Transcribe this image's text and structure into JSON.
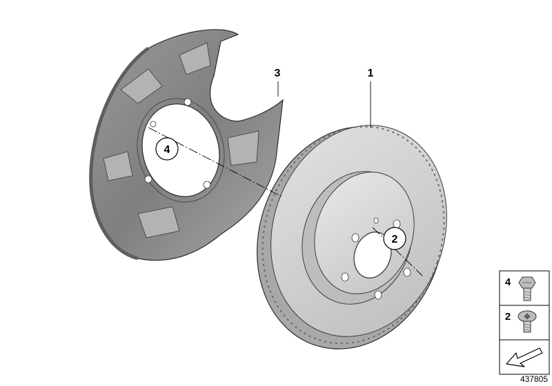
{
  "callouts": {
    "disc": "1",
    "disc_screw": "2",
    "shield": "3",
    "shield_screw": "4"
  },
  "legend": {
    "item_top": "4",
    "item_bottom": "2"
  },
  "diagram_id": "437805",
  "colors": {
    "line": "#000000",
    "metal_dark": "#7d7d7d",
    "metal_mid": "#a5a5a5",
    "metal_light": "#cfcfcf",
    "disc_face": "#dcdcdc"
  }
}
